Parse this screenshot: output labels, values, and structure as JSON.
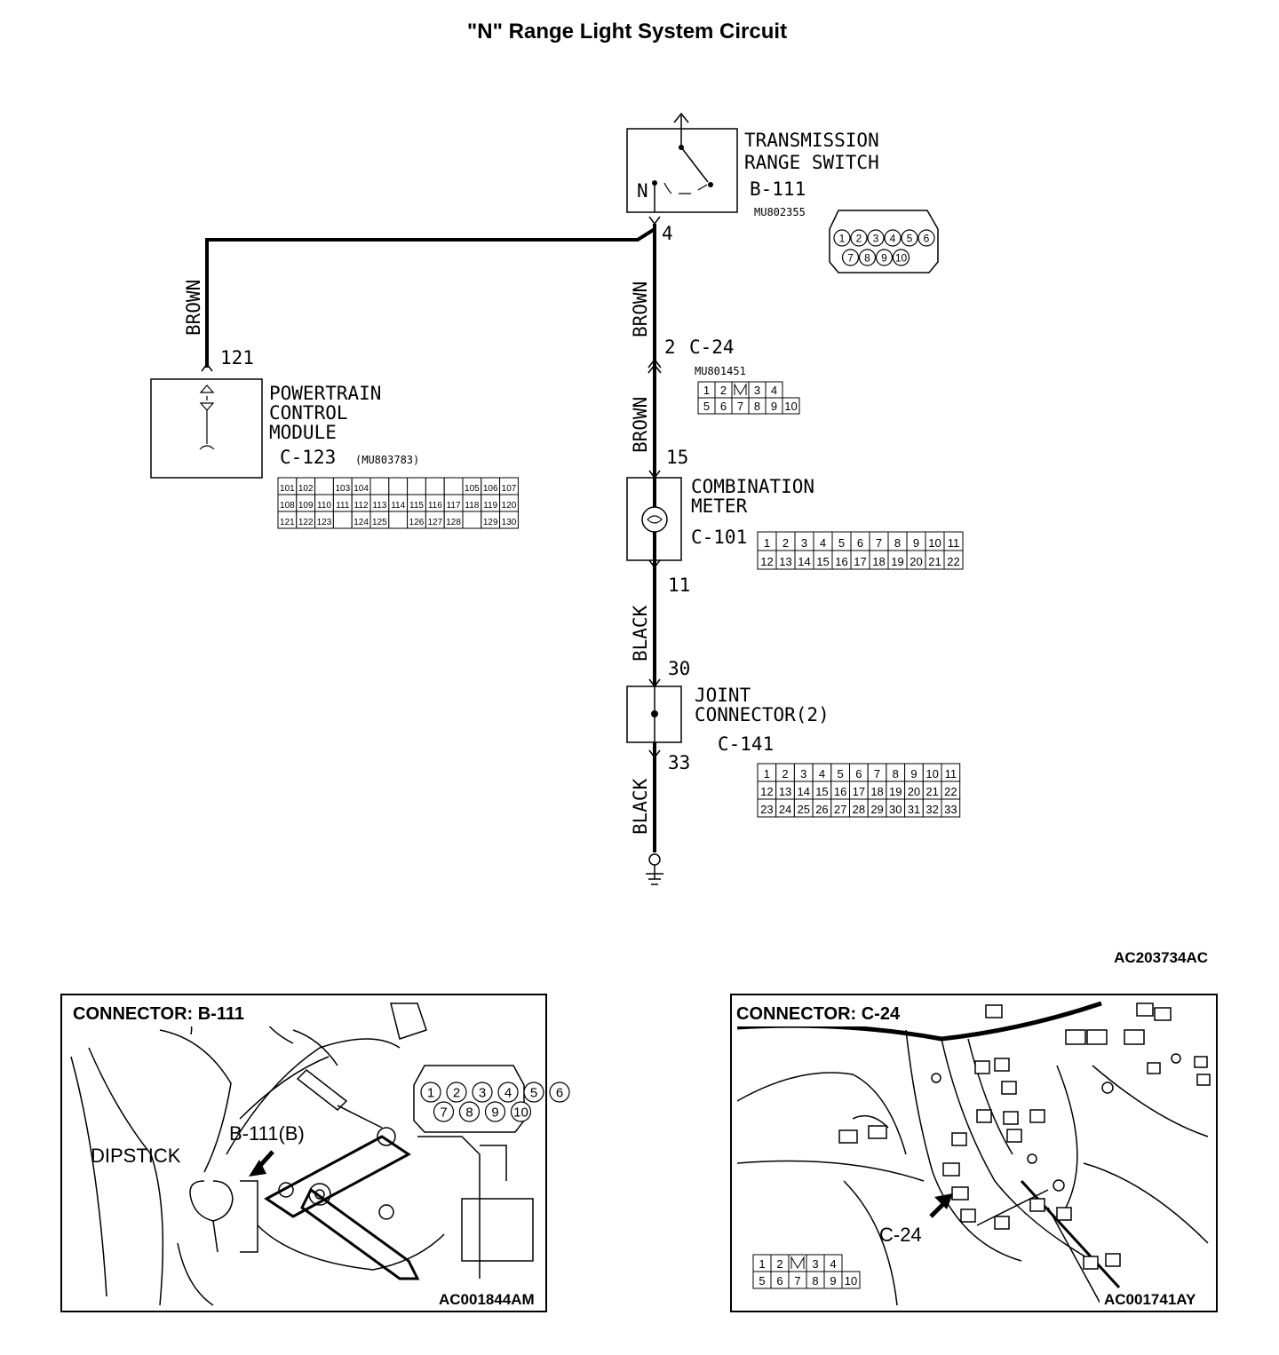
{
  "title": "\"N\" Range Light System Circuit",
  "components": {
    "trs": {
      "line1": "TRANSMISSION",
      "line2": "RANGE SWITCH",
      "id": "B-111",
      "part": "MU802355",
      "n_label": "N",
      "pins": [
        "1",
        "2",
        "3",
        "4",
        "5",
        "6",
        "7",
        "8",
        "9",
        "10"
      ]
    },
    "pcm": {
      "line1": "POWERTRAIN",
      "line2": "CONTROL",
      "line3": "MODULE",
      "id": "C-123",
      "part": "(MU803783)",
      "row1": [
        "101",
        "102",
        "",
        "103",
        "104",
        "",
        "",
        "",
        "",
        "",
        "105",
        "106",
        "107"
      ],
      "row2": [
        "108",
        "109",
        "110",
        "111",
        "112",
        "113",
        "114",
        "115",
        "116",
        "117",
        "118",
        "119",
        "120"
      ],
      "row3": [
        "121",
        "122",
        "123",
        "",
        "124",
        "125",
        "",
        "126",
        "127",
        "128",
        "",
        "129",
        "130"
      ]
    },
    "c24": {
      "id": "C-24",
      "pin": "2",
      "part": "MU801451",
      "row1": [
        "1",
        "2",
        "",
        "3",
        "4"
      ],
      "row2": [
        "5",
        "6",
        "7",
        "8",
        "9",
        "10"
      ]
    },
    "meter": {
      "line1": "COMBINATION",
      "line2": "METER",
      "id": "C-101",
      "row1": [
        "1",
        "2",
        "3",
        "4",
        "5",
        "6",
        "7",
        "8",
        "9",
        "10",
        "11"
      ],
      "row2": [
        "12",
        "13",
        "14",
        "15",
        "16",
        "17",
        "18",
        "19",
        "20",
        "21",
        "22"
      ]
    },
    "joint": {
      "line1": "JOINT",
      "line2": "CONNECTOR(2)",
      "id": "C-141",
      "row1": [
        "1",
        "2",
        "3",
        "4",
        "5",
        "6",
        "7",
        "8",
        "9",
        "10",
        "11"
      ],
      "row2": [
        "12",
        "13",
        "14",
        "15",
        "16",
        "17",
        "18",
        "19",
        "20",
        "21",
        "22"
      ],
      "row3": [
        "23",
        "24",
        "25",
        "26",
        "27",
        "28",
        "29",
        "30",
        "31",
        "32",
        "33"
      ]
    }
  },
  "wires": {
    "pin_trs": "4",
    "pin_pcm": "121",
    "pin_meter_in": "15",
    "pin_meter_out": "11",
    "pin_joint_in": "30",
    "pin_joint_out": "33",
    "brown": "BROWN",
    "black": "BLACK"
  },
  "figure_code": "AC203734AC",
  "panels": {
    "left": {
      "caption": "CONNECTOR: B-111",
      "dipstick": "DIPSTICK",
      "callout": "B-111(B)",
      "code": "AC001844AM",
      "pins": [
        "1",
        "2",
        "3",
        "4",
        "5",
        "6",
        "7",
        "8",
        "9",
        "10"
      ]
    },
    "right": {
      "caption": "CONNECTOR: C-24",
      "callout": "C-24",
      "code": "AC001741AY",
      "row1": [
        "1",
        "2",
        "",
        "3",
        "4"
      ],
      "row2": [
        "5",
        "6",
        "7",
        "8",
        "9",
        "10"
      ]
    }
  },
  "colors": {
    "ink": "#000000",
    "paper": "#ffffff"
  }
}
